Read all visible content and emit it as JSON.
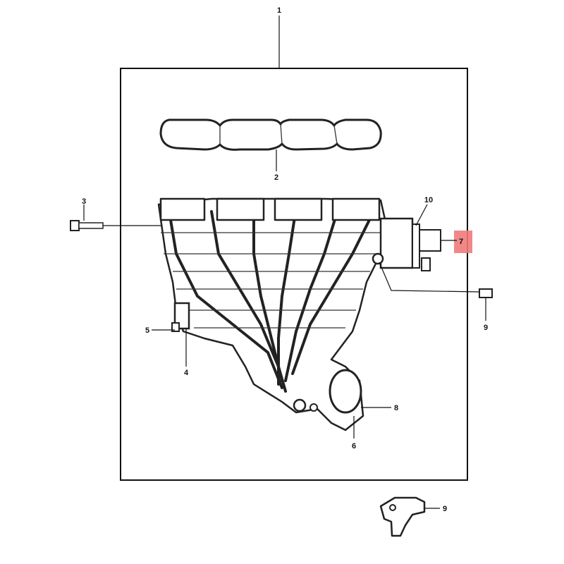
{
  "diagram": {
    "callouts": {
      "c1": "1",
      "c2": "2",
      "c3": "3",
      "c4": "4",
      "c5": "5",
      "c6": "6",
      "c7": "7",
      "c8": "8",
      "c9a": "9",
      "c9b": "9",
      "c10": "10"
    },
    "highlight": {
      "callout": "7",
      "color": "#f07b7b"
    }
  }
}
